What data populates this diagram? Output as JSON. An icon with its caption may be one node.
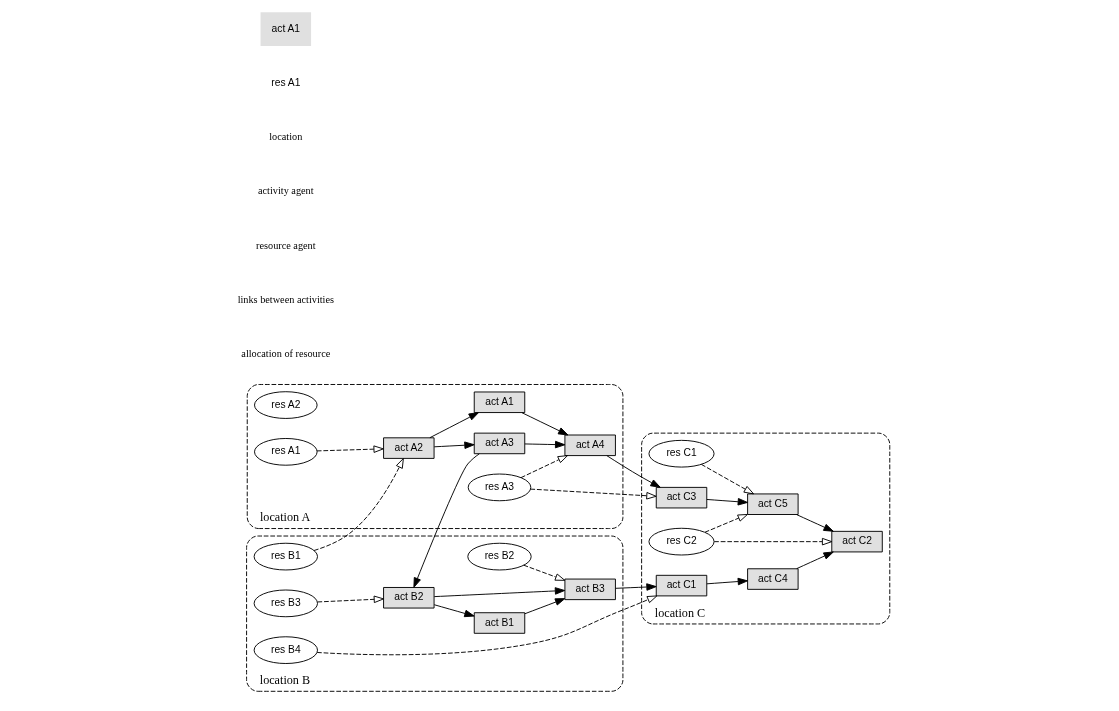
{
  "diagram": {
    "nodes": [
      {
        "text": [
          "location A"
        ]
      },
      {
        "text": [
          "res A2"
        ],
        "in": 0
      },
      {
        "text": [
          "res A1"
        ],
        "in": 0
      },
      {
        "text": [
          "res A3"
        ],
        "in": 0
      },
      {
        "text": [
          "act A2"
        ],
        "in": 0
      },
      {
        "text": [
          "act A1"
        ],
        "in": 0
      },
      {
        "text": [
          "act A3"
        ],
        "in": 0
      },
      {
        "text": [
          "act A4"
        ],
        "in": 0
      },
      {
        "text": [
          "location C"
        ]
      },
      {
        "text": [
          "res C1"
        ],
        "in": 8
      },
      {
        "text": [
          "res C2"
        ],
        "in": 8
      },
      {
        "text": [
          "act C3"
        ],
        "in": 8
      },
      {
        "text": [
          "act C5"
        ],
        "in": 8
      },
      {
        "text": [
          "act C2"
        ],
        "in": 8
      },
      {
        "text": [
          "act C1"
        ],
        "in": 8
      },
      {
        "text": [
          "act C4"
        ],
        "in": 8
      },
      {
        "text": [
          "location B"
        ]
      },
      {
        "text": [
          "act B1"
        ],
        "in": 16
      },
      {
        "text": [
          "act B2"
        ],
        "in": 16
      },
      {
        "text": [
          "act B3"
        ],
        "in": 16
      },
      {
        "text": [
          "res B1"
        ],
        "in": 16
      },
      {
        "text": [
          "res B2"
        ],
        "in": 16
      },
      {
        "text": [
          "res B3"
        ],
        "in": 16
      },
      {
        "text": [
          "res B4"
        ],
        "in": 16
      }
    ],
    "edges": [
      {
        "from": 4,
        "to": 5,
        "arrow": "to"
      },
      {
        "from": 4,
        "to": 6,
        "arrow": "to"
      },
      {
        "from": 5,
        "to": 7,
        "arrow": "to"
      },
      {
        "from": 6,
        "to": 7,
        "arrow": "to"
      },
      {
        "from": 7,
        "to": 11,
        "arrow": "to"
      },
      {
        "from": 11,
        "to": 12,
        "arrow": "to"
      },
      {
        "from": 12,
        "to": 13,
        "arrow": "to"
      },
      {
        "from": 14,
        "to": 15,
        "arrow": "to"
      },
      {
        "from": 15,
        "to": 13,
        "arrow": "to"
      },
      {
        "from": 6,
        "to": 18,
        "arrow": "to"
      },
      {
        "from": 18,
        "to": 17,
        "arrow": "to"
      },
      {
        "from": 17,
        "to": 19,
        "arrow": "to"
      },
      {
        "from": 18,
        "to": 19,
        "arrow": "to"
      },
      {
        "from": 19,
        "to": 14,
        "arrow": "to"
      },
      {
        "from": 2,
        "to": 4,
        "arrow": "to",
        "style": "dashed"
      },
      {
        "from": 3,
        "to": 7,
        "arrow": "to",
        "style": "dashed"
      },
      {
        "from": 3,
        "to": 11,
        "arrow": "to",
        "style": "dashed"
      },
      {
        "from": 9,
        "to": 12,
        "arrow": "to",
        "style": "dashed"
      },
      {
        "from": 10,
        "to": 12,
        "arrow": "to",
        "style": "dashed"
      },
      {
        "from": 10,
        "to": 13,
        "arrow": "to",
        "style": "dashed"
      },
      {
        "from": 20,
        "to": 4,
        "arrow": "to",
        "style": "dashed"
      },
      {
        "from": 22,
        "to": 18,
        "arrow": "to",
        "style": "dashed"
      },
      {
        "from": 21,
        "to": 19,
        "arrow": "to",
        "style": "dashed"
      },
      {
        "from": 23,
        "to": 14,
        "arrow": "to",
        "style": "dashed"
      }
    ],
    "labels": [
      "act A1",
      "res A1"
    ],
    "legend": [
      {
        "text": "location"
      },
      {
        "text": "activity agent"
      },
      {
        "text": "resource agent"
      },
      {
        "text": "links between activities"
      },
      {
        "text": "allocation of resource"
      }
    ]
  }
}
